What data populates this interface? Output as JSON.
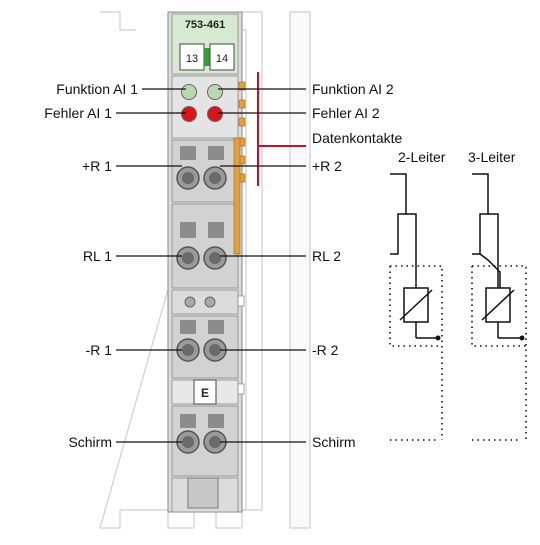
{
  "module": {
    "model": "753-461",
    "channel_a": "13",
    "channel_b": "14",
    "e_label": "E"
  },
  "labels_left": {
    "funktion": "Funktion AI 1",
    "fehler": "Fehler AI 1",
    "plus_r": "+R 1",
    "rl": "RL 1",
    "minus_r": "-R 1",
    "schirm": "Schirm"
  },
  "labels_right": {
    "funktion": "Funktion AI 2",
    "fehler": "Fehler AI 2",
    "daten": "Datenkontakte",
    "plus_r": "+R 2",
    "rl": "RL 2",
    "minus_r": "-R 2",
    "schirm": "Schirm"
  },
  "wiring": {
    "two_wire": "2-Leiter",
    "three_wire": "3-Leiter"
  },
  "colors": {
    "led_green": "#b9d8b0",
    "led_red": "#d9141b",
    "contact_orange": "#e0a040",
    "data_line_red": "#c8102e",
    "housing_gray": "#c8c8c8",
    "terminal_dark": "#7d7d7d"
  }
}
